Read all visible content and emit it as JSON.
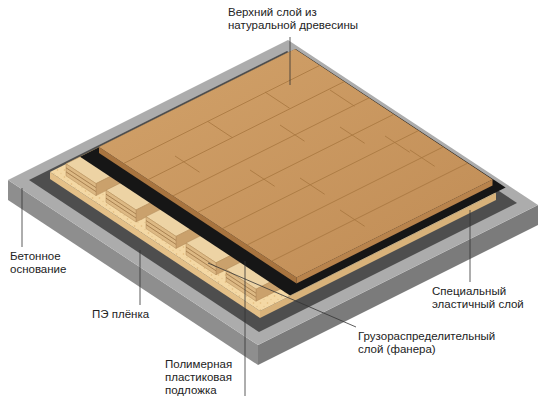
{
  "diagram": {
    "labels": [
      "Верхний слой из натуральной древесины",
      "Бетонное основание",
      "Специальный эластичный слой",
      "ПЭ плёнка",
      "Грузораспределительный слой (фанера)",
      "Полимерная пластиковая подложка"
    ]
  }
}
